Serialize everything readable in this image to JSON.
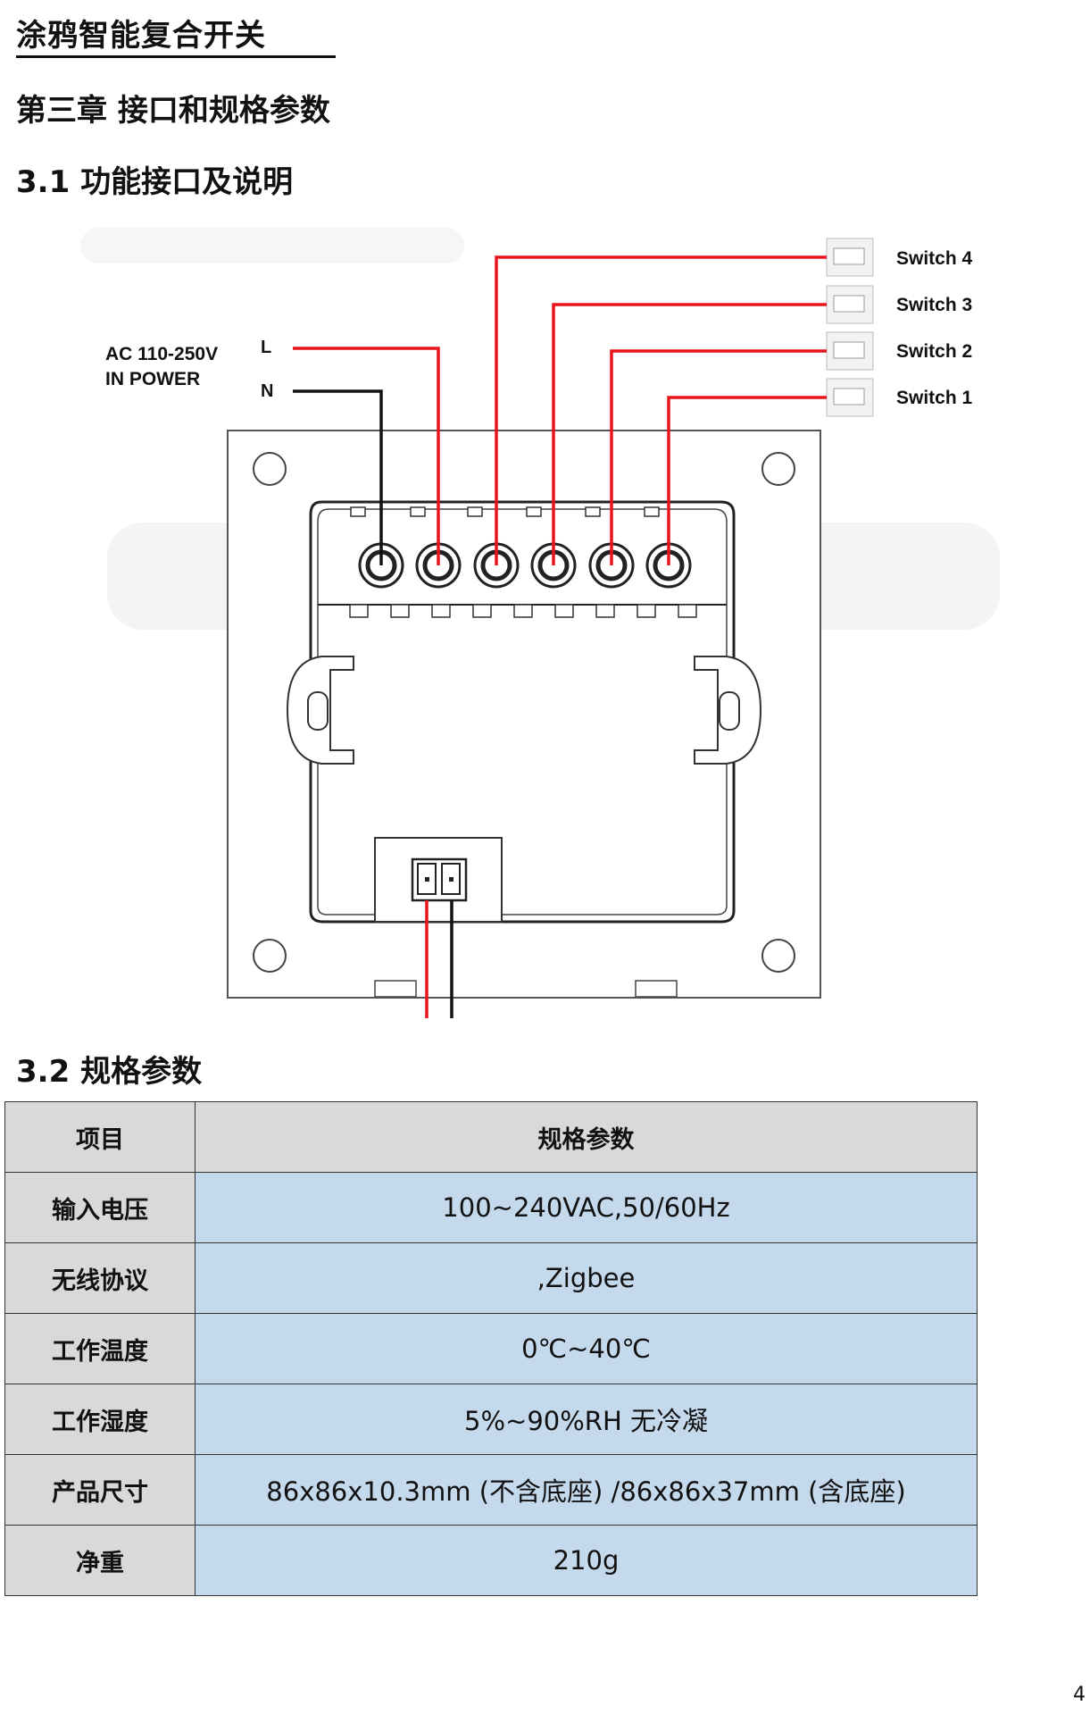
{
  "header": {
    "doc_title": "涂鸦智能复合开关"
  },
  "chapter_title": "第三章  接口和规格参数",
  "section_3_1": "3.1  功能接口及说明",
  "diagram": {
    "power_label_line1": "AC 110-250V",
    "power_label_line2": "IN POWER",
    "terminal_L": "L",
    "terminal_N": "N",
    "switches": [
      "Switch 4",
      "Switch 3",
      "Switch 2",
      "Switch 1"
    ],
    "colors": {
      "live_wire": "#e8141c",
      "neutral_wire": "#111111"
    }
  },
  "section_3_2": "3.2  规格参数",
  "spec_table": {
    "header": [
      "项目",
      "规格参数"
    ],
    "rows": [
      [
        "输入电压",
        "100~240VAC,50/60Hz"
      ],
      [
        "无线协议",
        ",Zigbee"
      ],
      [
        "工作温度",
        "0℃~40℃"
      ],
      [
        "工作湿度",
        "5%~90%RH 无冷凝"
      ],
      [
        "产品尺寸",
        "86x86x10.3mm (不含底座) /86x86x37mm (含底座)"
      ],
      [
        "净重",
        "210g"
      ]
    ]
  },
  "page_number": "4"
}
